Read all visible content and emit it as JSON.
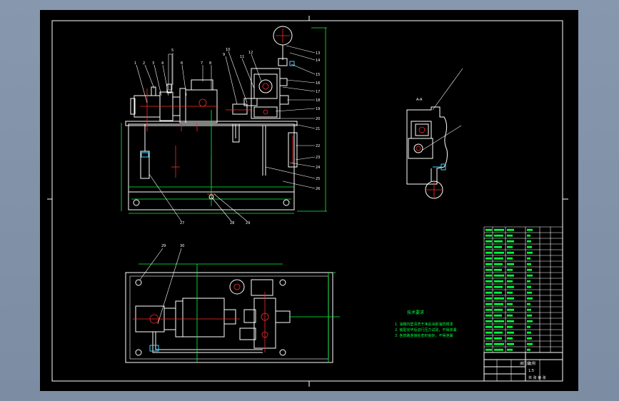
{
  "drawing": {
    "notes_title": "技术要求",
    "notes": [
      "1. 油箱内壁清洗干净后涂耐油防锈漆",
      "2. 装配完毕后进行压力试验，不得渗漏",
      "3. 各管路连接处密封良好，不得泄漏"
    ],
    "title_block": {
      "drawing_name": "液压站",
      "scale_label": "比例",
      "scale": "1:5",
      "sheet_label": "共 张 第 张"
    },
    "detail_label": "A-A",
    "top_callouts": [
      "1",
      "2",
      "3",
      "4",
      "5",
      "6",
      "7",
      "8",
      "9",
      "10",
      "11",
      "12"
    ],
    "right_callouts": [
      "13",
      "14",
      "15",
      "16",
      "17",
      "18",
      "19",
      "20",
      "21",
      "22",
      "23",
      "24",
      "25",
      "26"
    ],
    "bottom_callouts": [
      "27",
      "28",
      "29",
      "30"
    ]
  },
  "colors": {
    "background": "#7f8ea3",
    "sheet": "#000000",
    "lines": "#ffffff",
    "dimensions": "#00ff3c",
    "centerlines": "#ff2a2a",
    "fittings": "#3fd0ff"
  }
}
